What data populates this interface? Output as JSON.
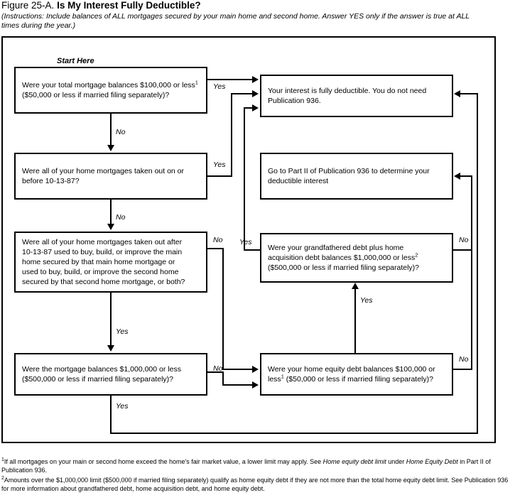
{
  "figure": {
    "label": "Figure 25-A.",
    "title": "Is My Interest Fully Deductible?",
    "instructions": "(Instructions: Include balances of ALL mortgages secured by your main home and second home. Answer YES only if the answer is true at ALL times during the year.)",
    "start_label": "Start Here"
  },
  "nodes": {
    "q1": {
      "line1": "Were your total mortgage balances $100,000 or less",
      "sup1": "1",
      "line2": "($50,000 or less if married filing separately)?"
    },
    "q2": {
      "line1": "Were all of your home mortgages taken out on or",
      "line2": "before 10-13-87?"
    },
    "q3": {
      "line1": "Were all of your home mortgages taken out after",
      "line2": "10-13-87 used to buy, build, or improve the main",
      "line3": "home secured by that main home mortgage or",
      "line4": "used to buy, build, or improve the second home",
      "line5": "secured by that second home mortgage, or both?"
    },
    "q4": {
      "line1": "Were the mortgage balances $1,000,000 or less",
      "line2": "($500,000 or less if married filing separately)?"
    },
    "q5": {
      "line1": "Were your grandfathered debt plus home",
      "line2a": "acquisition debt balances $1,000,000 or less",
      "sup2": "2",
      "line3": "($500,000 or less if married filing separately)?"
    },
    "q6": {
      "line1": "Were your home equity debt balances $100,000 or",
      "line2a": "less",
      "sup1": "1",
      "line2b": " ($50,000 or less if married filing separately)?"
    },
    "r1": {
      "line1": "Your interest is fully deductible.  You do not need",
      "line2": "Publication 936."
    },
    "r2": {
      "line1": "Go to Part II of Publication 936 to determine your",
      "line2": "deductible interest"
    }
  },
  "edges": {
    "q1_yes": "Yes",
    "q1_no": "No",
    "q2_yes": "Yes",
    "q2_no": "No",
    "q3_no": "No",
    "q3_yes": "Yes",
    "q4_no": "No",
    "q4_yes": "Yes",
    "q5_yes": "Yes",
    "q5_no": "No",
    "q6_no": "No"
  },
  "footnotes": {
    "one": {
      "mark": "1",
      "part1": "If all mortgages on your main or second home exceed the home's fair market value, a lower limit may apply. See ",
      "em1": "Home equity debt limit",
      "part2": " under ",
      "em2": "Home Equity Debt",
      "part3": " in Part II of Publication 936."
    },
    "two": {
      "mark": "2",
      "text": "Amounts over the $1,000,000 limit ($500,000 if married filing separately) qualify as home equity debt if they are not more than the total home equity debt limit. See Publication 936 for more information about grandfathered debt, home acquisition debt, and home equity debt."
    }
  }
}
